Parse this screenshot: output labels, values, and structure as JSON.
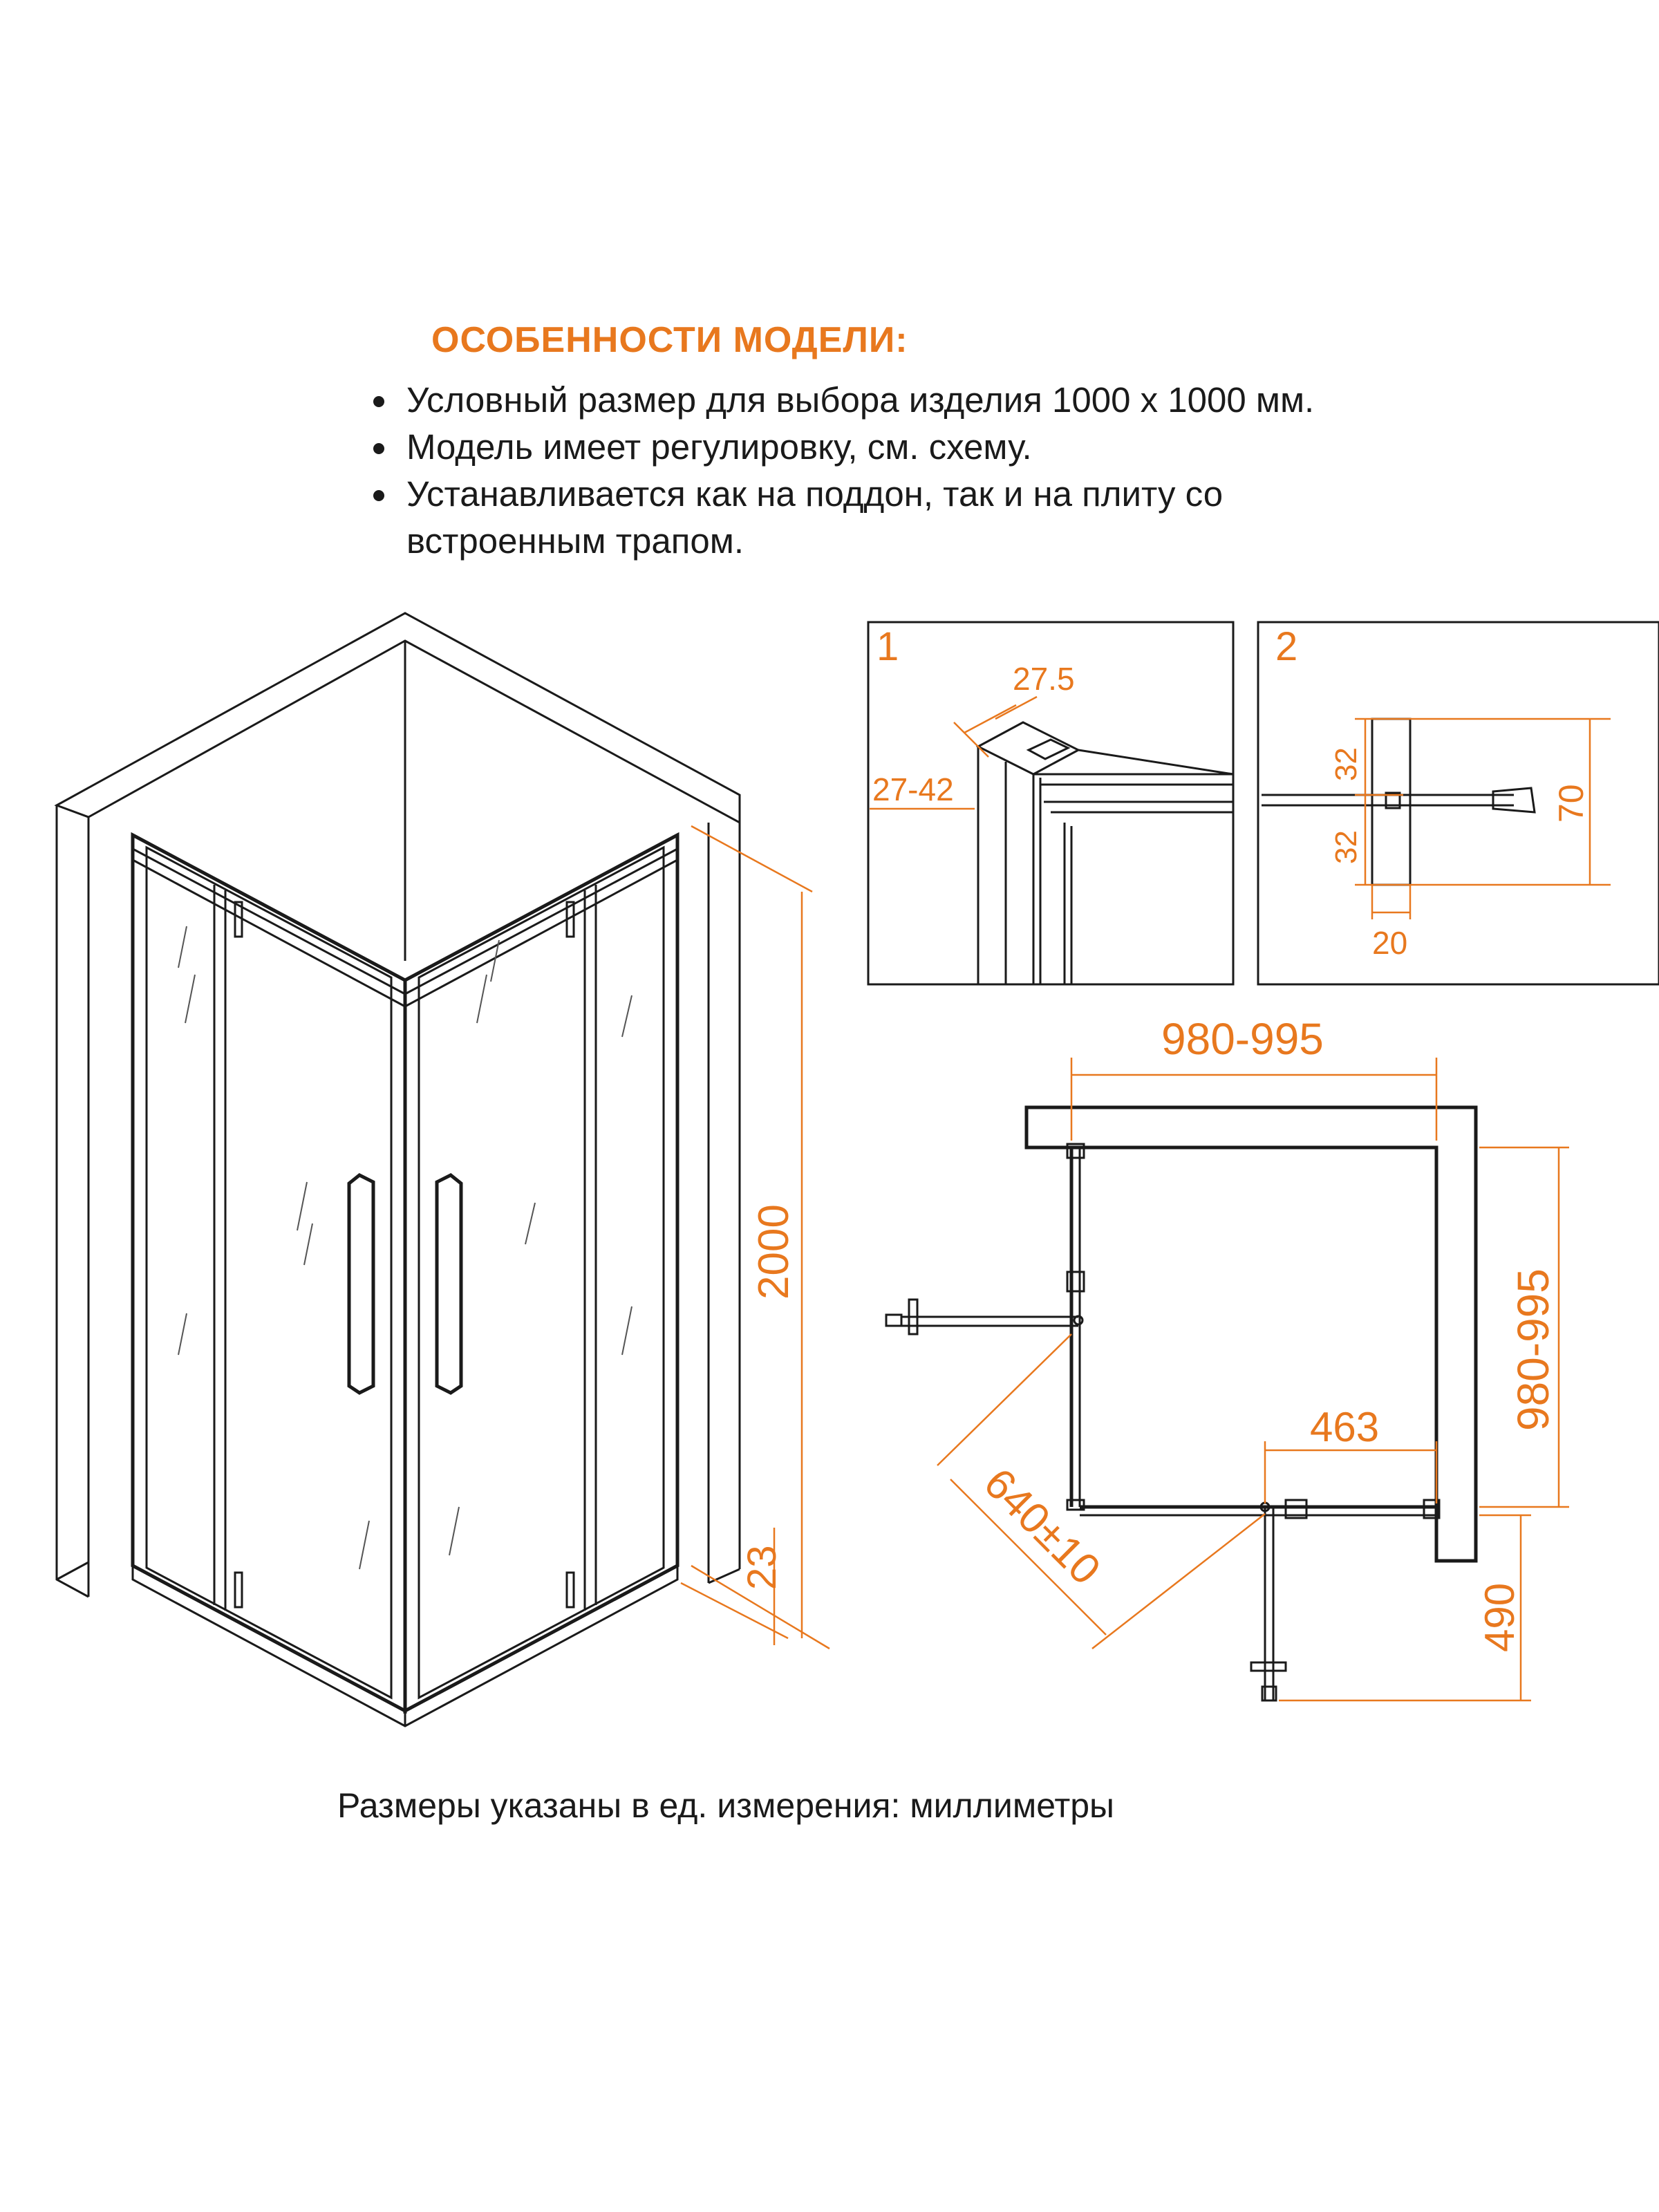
{
  "features": {
    "title": "ОСОБЕННОСТИ МОДЕЛИ:",
    "items": [
      "Условный размер для выбора изделия 1000 х 1000 мм.",
      "Модель имеет регулировку, см. схему.",
      "Устанавливается как на поддон, так и на плиту со встроенным трапом."
    ]
  },
  "isometric": {
    "height_label": "2000",
    "base_label": "23"
  },
  "detail1": {
    "number": "1",
    "dim_a": "27.5",
    "dim_b": "27-42"
  },
  "detail2": {
    "number": "2",
    "dim_top": "32",
    "dim_bottom": "32",
    "dim_total": "70",
    "dim_width": "20"
  },
  "plan": {
    "width_label": "980-995",
    "depth_label": "980-995",
    "door_opening_label": "463",
    "diagonal_label": "640±10",
    "swing_label": "490"
  },
  "footnote": "Размеры указаны в ед. измерения: миллиметры",
  "colors": {
    "accent": "#e8781e",
    "line": "#1a1a1a"
  }
}
